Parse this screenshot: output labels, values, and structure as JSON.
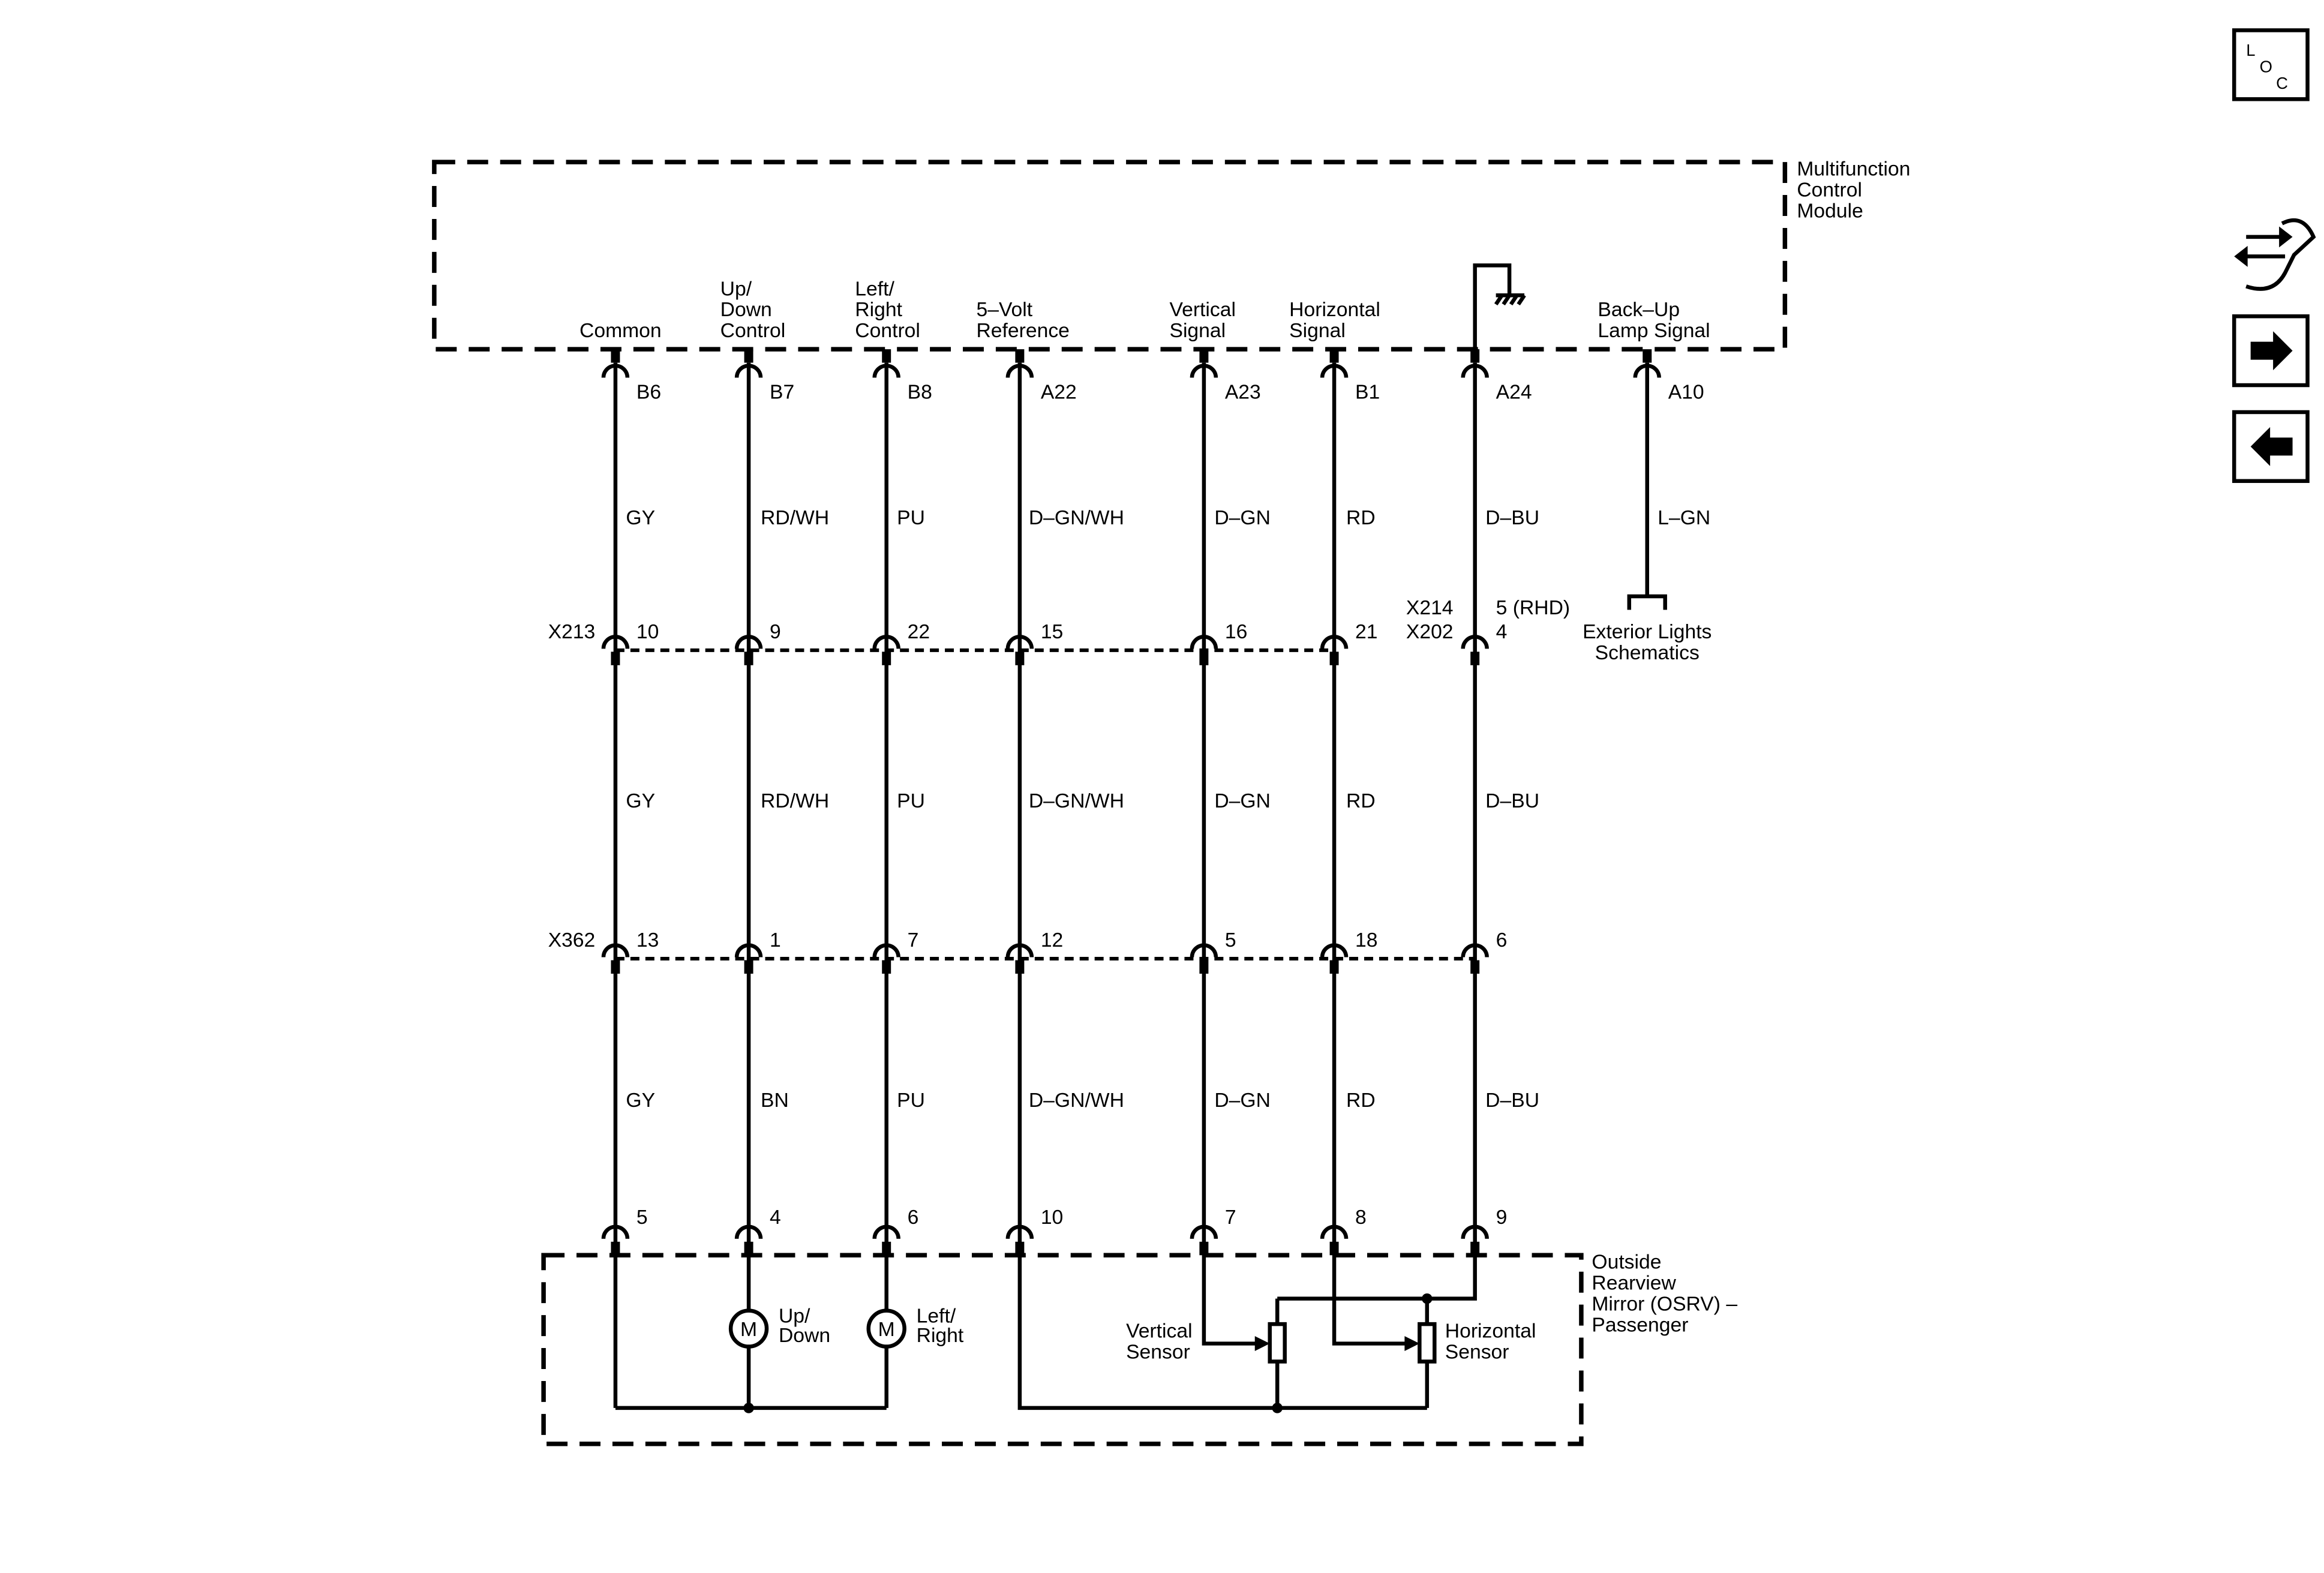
{
  "module": {
    "name": [
      "Multifunction",
      "Control",
      "Module"
    ],
    "pins": [
      {
        "label": [
          "Common"
        ],
        "pin": "B6"
      },
      {
        "label": [
          "Up/",
          "Down",
          "Control"
        ],
        "pin": "B7"
      },
      {
        "label": [
          "Left/",
          "Right",
          "Control"
        ],
        "pin": "B8"
      },
      {
        "label": [
          "5–Volt",
          "Reference"
        ],
        "pin": "A22"
      },
      {
        "label": [
          "Vertical",
          "Signal"
        ],
        "pin": "A23"
      },
      {
        "label": [
          "Horizontal",
          "Signal"
        ],
        "pin": "B1"
      },
      {
        "label": [],
        "pin": "A24",
        "ground_symbol": "chassis-ground-icon"
      },
      {
        "label": [
          "Back–Up",
          "Lamp Signal"
        ],
        "pin": "A10"
      }
    ]
  },
  "wire_colors": {
    "module_to_x213": [
      "GY",
      "RD/WH",
      "PU",
      "D–GN/WH",
      "D–GN",
      "RD",
      "D–BU",
      "L–GN"
    ],
    "x213_to_x362": [
      "GY",
      "RD/WH",
      "PU",
      "D–GN/WH",
      "D–GN",
      "RD",
      "D–BU"
    ],
    "x362_to_osrv": [
      "GY",
      "BN",
      "PU",
      "D–GN/WH",
      "D–GN",
      "RD",
      "D–BU"
    ]
  },
  "connectors": {
    "x213": {
      "name": "X213",
      "pins": [
        "10",
        "9",
        "22",
        "15",
        "16",
        "21"
      ]
    },
    "x214": {
      "name": "X214",
      "pin": "5 (RHD)"
    },
    "x202": {
      "name": "X202",
      "pin": "4"
    },
    "x362": {
      "name": "X362",
      "pins": [
        "13",
        "1",
        "7",
        "12",
        "5",
        "18",
        "6"
      ]
    }
  },
  "reference_link": [
    "Exterior Lights",
    "Schematics"
  ],
  "osrv": {
    "name": [
      "Outside",
      "Rearview",
      "Mirror (OSRV) –",
      "Passenger"
    ],
    "pins": [
      "5",
      "4",
      "6",
      "10",
      "7",
      "8",
      "9"
    ],
    "updown_motor": {
      "symbol": "M",
      "label": [
        "Up/",
        "Down"
      ]
    },
    "leftright_motor": {
      "symbol": "M",
      "label": [
        "Left/",
        "Right"
      ]
    },
    "vertical_sensor": [
      "Vertical",
      "Sensor"
    ],
    "horizontal_sensor": [
      "Horizontal",
      "Sensor"
    ]
  },
  "nav": {
    "loc_button": [
      "L",
      "O",
      "C"
    ],
    "icons": [
      "wrench-arrows-icon",
      "next-page-icon",
      "previous-page-icon"
    ]
  },
  "colors": {
    "ink": "#000000",
    "background": "#ffffff"
  }
}
